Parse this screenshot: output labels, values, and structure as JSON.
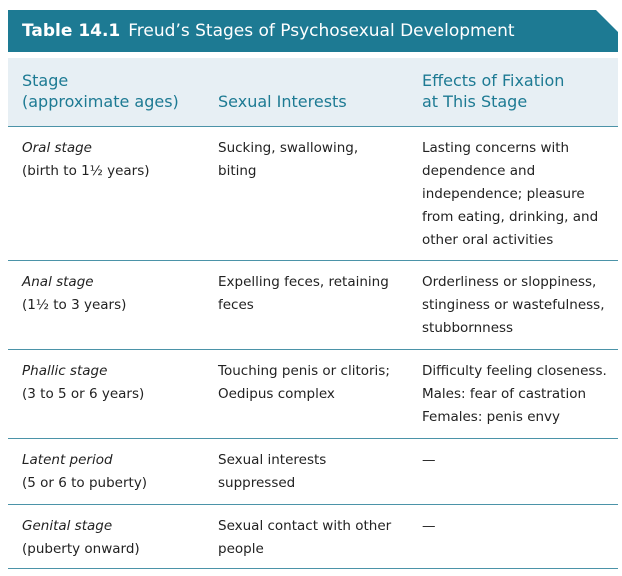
{
  "table": {
    "number": "Table 14.1",
    "title": "Freud’s Stages of Psychosexual Development",
    "colors": {
      "accent": "#1d7a93",
      "header_background": "#e7eff4",
      "rule": "#4b93a8"
    },
    "headers": {
      "stage_line1": "Stage",
      "stage_line2": "(approximate ages)",
      "interests": "Sexual Interests",
      "effects_line1": "Effects of Fixation",
      "effects_line2": "at This Stage"
    },
    "rows": [
      {
        "stage": "Oral stage",
        "ages": "(birth to 1½ years)",
        "interests": [
          "Sucking, swallowing,",
          "biting"
        ],
        "effects": [
          "Lasting concerns with",
          "dependence and",
          "independence; pleasure",
          "from eating, drinking, and",
          "other oral activities"
        ]
      },
      {
        "stage": "Anal stage",
        "ages": "(1½ to 3 years)",
        "interests": [
          "Expelling feces, retaining",
          "feces"
        ],
        "effects": [
          "Orderliness or sloppiness,",
          "stinginess or wastefulness,",
          "stubbornness"
        ]
      },
      {
        "stage": "Phallic stage",
        "ages": "(3 to 5 or 6 years)",
        "interests": [
          "Touching penis or clitoris;",
          "Oedipus complex"
        ],
        "effects": [
          "Difficulty feeling closeness.",
          "Males: fear of castration",
          "Females: penis envy"
        ]
      },
      {
        "stage": "Latent period",
        "ages": "(5 or 6 to puberty)",
        "interests": [
          "Sexual interests",
          "suppressed"
        ],
        "effects": [
          "—"
        ]
      },
      {
        "stage": "Genital stage",
        "ages": "(puberty onward)",
        "interests": [
          "Sexual contact with other",
          "people"
        ],
        "effects": [
          "—"
        ]
      }
    ]
  }
}
